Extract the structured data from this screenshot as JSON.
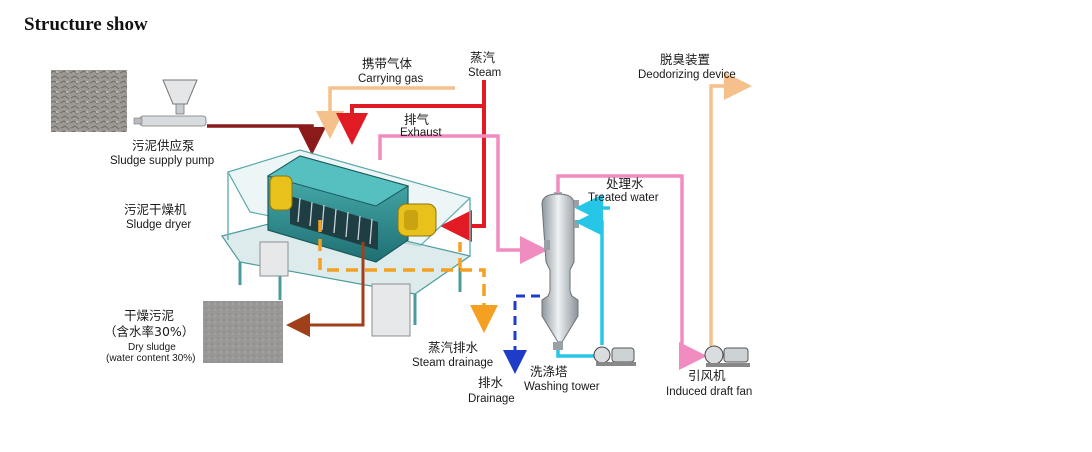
{
  "heading": "Structure show",
  "labels": {
    "carrying_gas_cn": "携带气体",
    "carrying_gas_en": "Carrying gas",
    "steam_cn": "蒸汽",
    "steam_en": "Steam",
    "deodorizing_cn": "脱臭装置",
    "deodorizing_en": "Deodorizing device",
    "exhaust_cn": "排气",
    "exhaust_en": "Exhaust",
    "sludge_pump_cn": "污泥供应泵",
    "sludge_pump_en": "Sludge supply pump",
    "treated_water_cn": "处理水",
    "treated_water_en": "Treated water",
    "sludge_dryer_cn": "污泥干燥机",
    "sludge_dryer_en": "Sludge dryer",
    "dry_sludge_cn_1": "干燥污泥",
    "dry_sludge_cn_2": "（含水率30%）",
    "dry_sludge_en_1": "Dry sludge",
    "dry_sludge_en_2": "(water content 30%)",
    "steam_drainage_cn": "蒸汽排水",
    "steam_drainage_en": "Steam drainage",
    "washing_tower_cn": "洗涤塔",
    "washing_tower_en": "Washing tower",
    "draft_fan_cn": "引风机",
    "draft_fan_en": "Induced draft fan",
    "drainage_cn": "排水",
    "drainage_en": "Drainage"
  },
  "colors": {
    "carrying_gas": "#f5c08c",
    "steam": "#e01b24",
    "exhaust": "#f08cc0",
    "sludge_feed": "#8b1a1a",
    "dry_sludge": "#a0401a",
    "condensate": "#f5a020",
    "treated_water": "#26c6e6",
    "drainage": "#1e3cc8",
    "machine": "#2f9a9a"
  }
}
